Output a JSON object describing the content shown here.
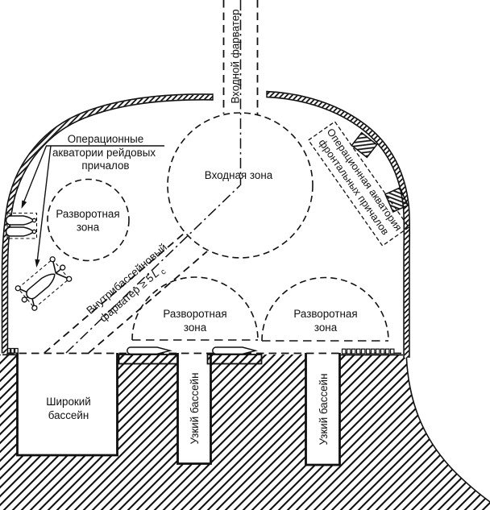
{
  "diagram": {
    "type": "port-water-area-plan",
    "background_color": "#ffffff",
    "line_color": "#111111",
    "labels": {
      "entrance_fairway": "Входной фарватер",
      "entrance_zone": "Входная зона",
      "roadstead_berths": {
        "line1": "Операционные",
        "line2": "акватории рейдовых",
        "line3": "причалов"
      },
      "frontal_berths": {
        "line1": "Операционная акватория",
        "line2": "фронтальных причалов"
      },
      "turning_zone": {
        "line1": "Разворотная",
        "line2": "зона"
      },
      "inner_fairway": {
        "line1": "Внутрибассейновый",
        "line2": "фарватер ≥ 5",
        "symbol": "L",
        "subscript": "с"
      },
      "wide_basin": {
        "line1": "Широкий",
        "line2": "бассейн"
      },
      "narrow_basin": "Узкий бассейн"
    }
  }
}
